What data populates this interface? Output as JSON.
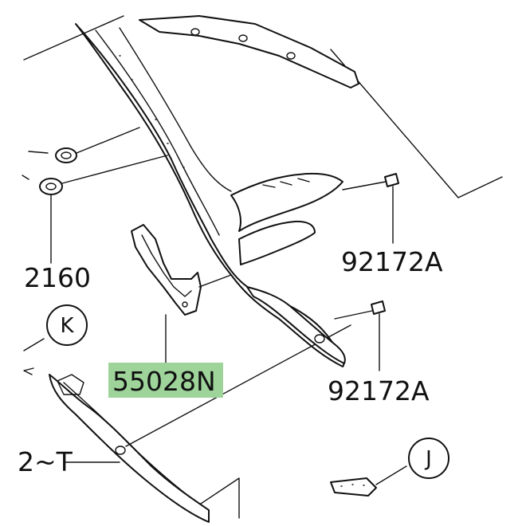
{
  "diagram": {
    "highlight_color": "#9ed39a",
    "labels": {
      "top_left_part": "2160",
      "upper_bolt": "92172A",
      "lower_bolt": "92172A",
      "highlighted_part": "55028N",
      "bottom_left_ref": "2~T"
    },
    "callouts": {
      "k": "K",
      "j": "J"
    }
  }
}
